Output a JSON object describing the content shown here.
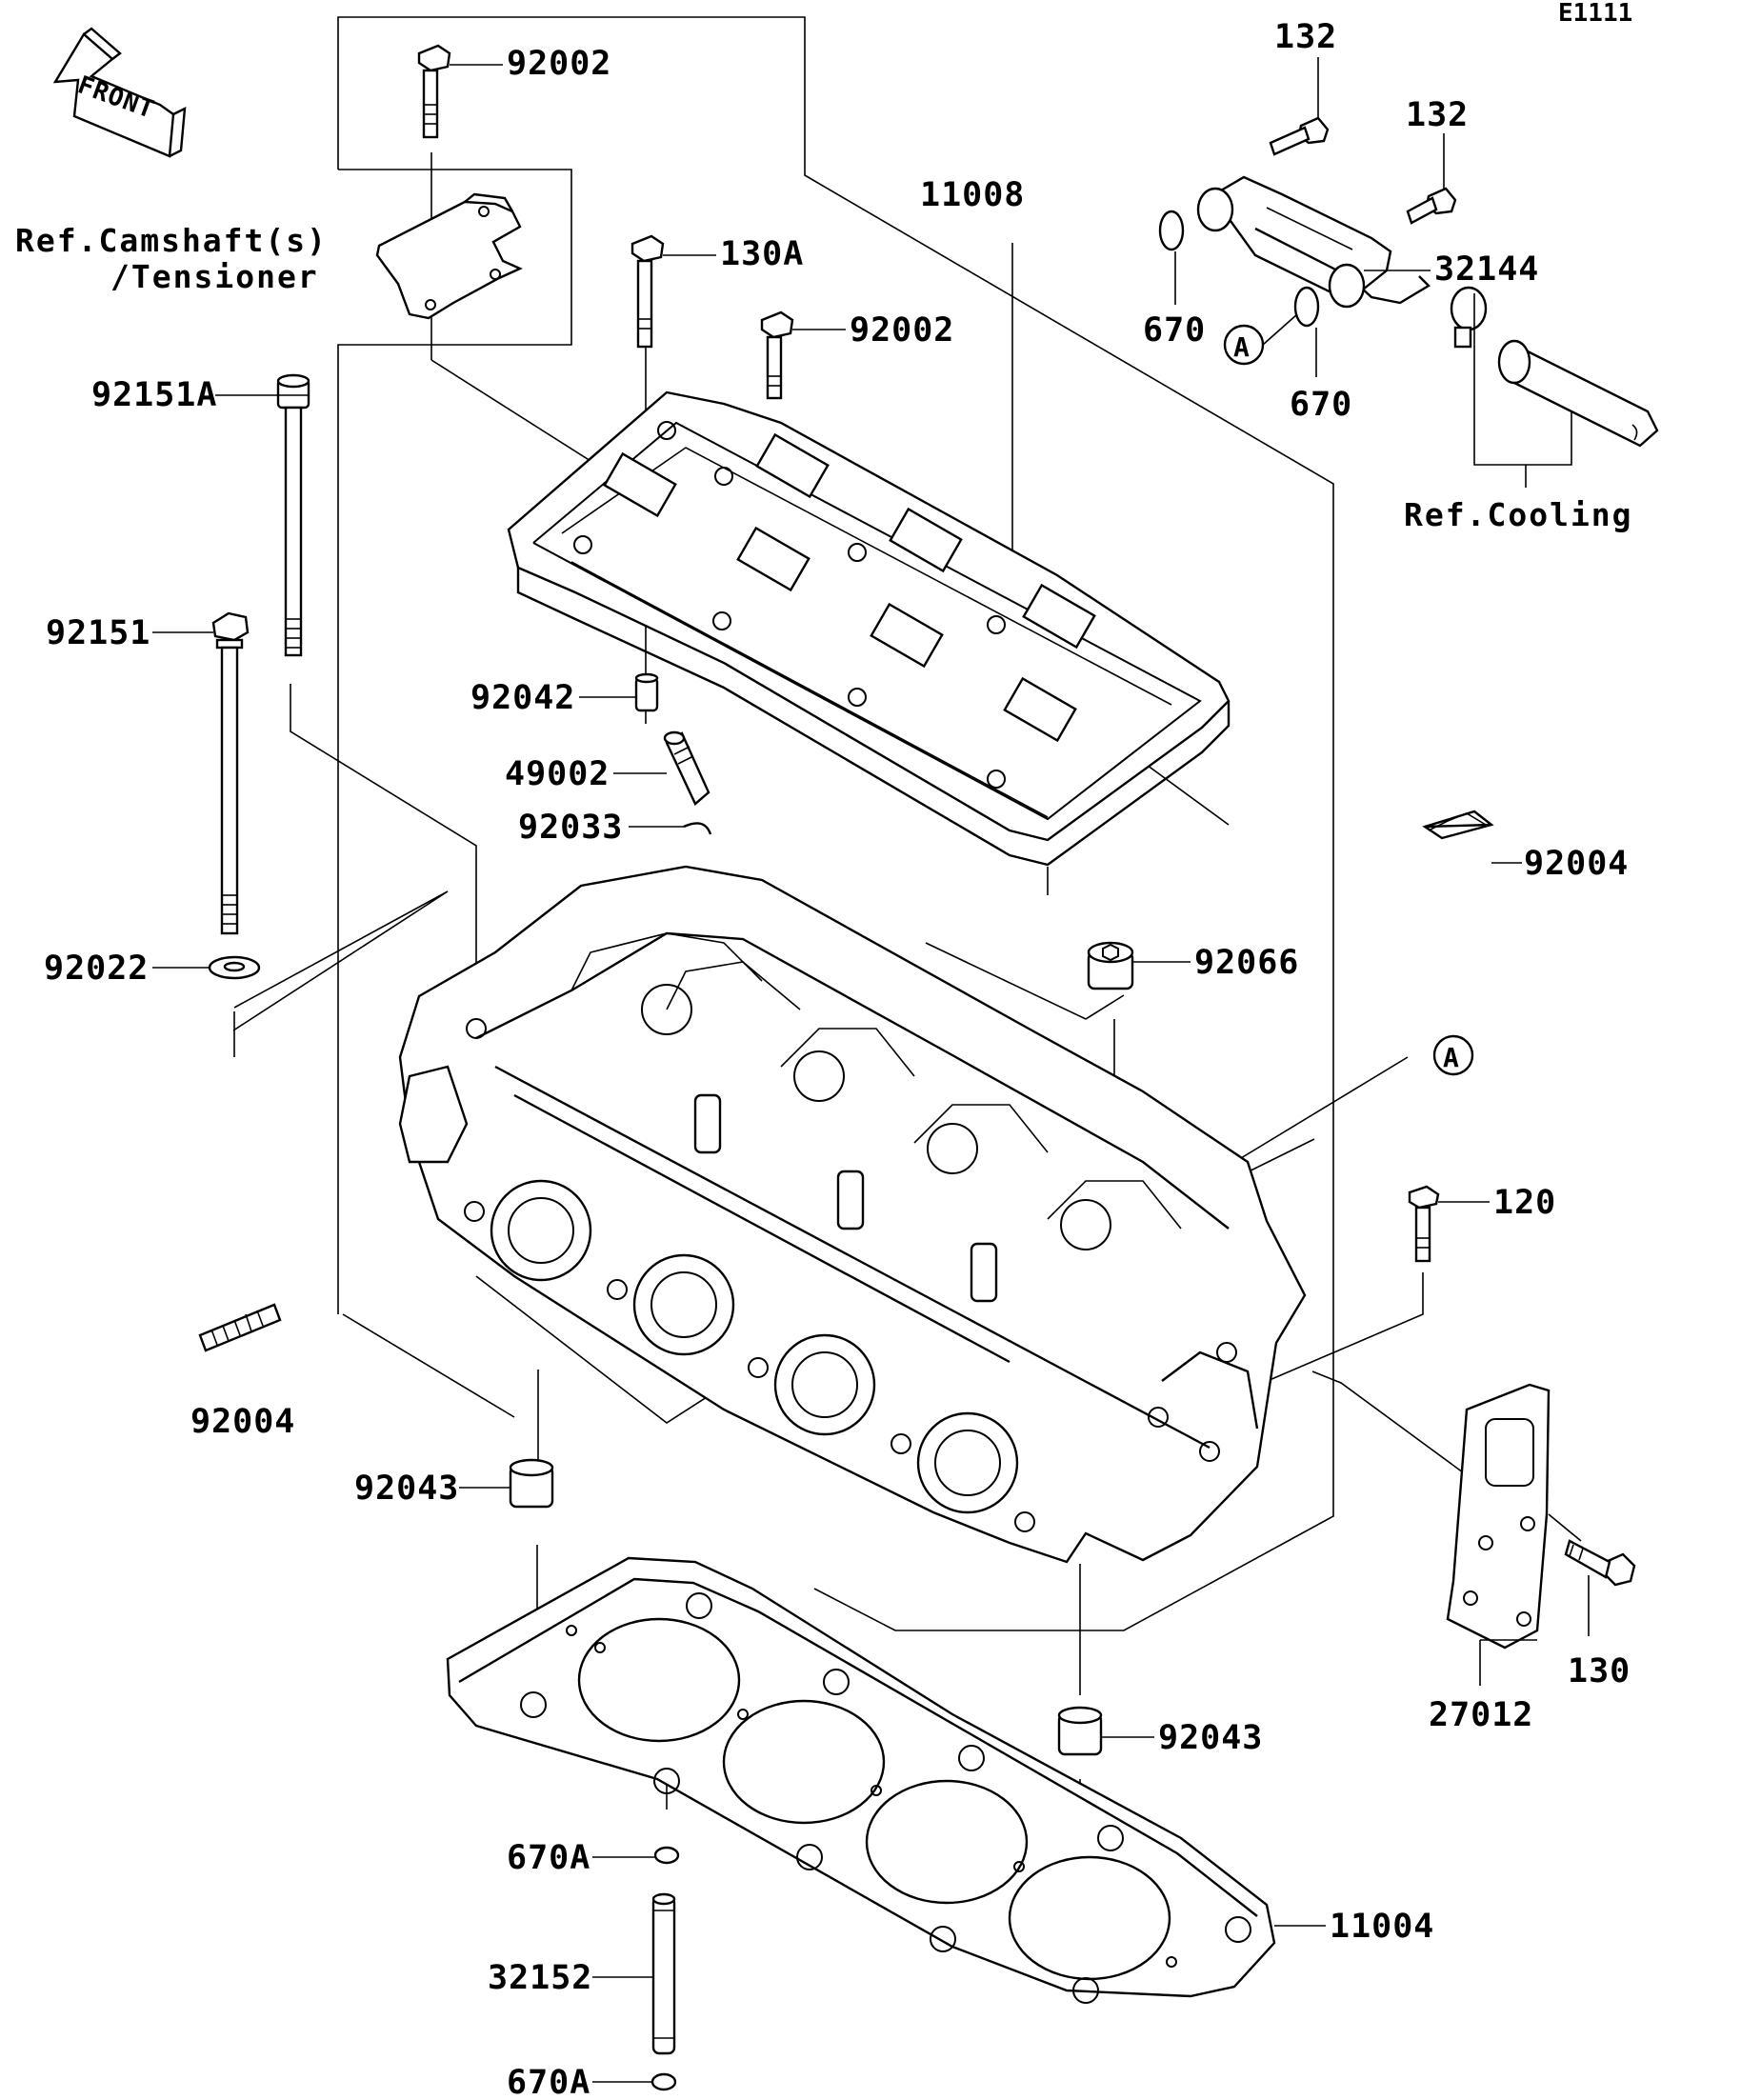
{
  "diagram": {
    "code": "E1111",
    "front_label": "FRONT",
    "references": {
      "camshaft_line1": "Ref.Camshaft(s)",
      "camshaft_line2": "/Tensioner",
      "cooling": "Ref.Cooling"
    },
    "callout_markers": [
      "A",
      "A"
    ],
    "part_labels": {
      "p92002_top": "92002",
      "p130A": "130A",
      "p92002_mid": "92002",
      "p11008": "11008",
      "p132_a": "132",
      "p132_b": "132",
      "p32144": "32144",
      "p670_a": "670",
      "p670_b": "670",
      "p92151A": "92151A",
      "p92151": "92151",
      "p92042": "92042",
      "p49002": "49002",
      "p92033": "92033",
      "p92004_right": "92004",
      "p92066": "92066",
      "p92022": "92022",
      "p120": "120",
      "p92004_left": "92004",
      "p92043_left": "92043",
      "p130": "130",
      "p27012": "27012",
      "p92043_right": "92043",
      "p670A_upper": "670A",
      "p11004": "11004",
      "p32152": "32152",
      "p670A_lower": "670A"
    }
  }
}
